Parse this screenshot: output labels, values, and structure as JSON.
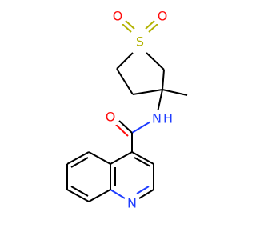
{
  "colors": {
    "background": "#ffffff",
    "bond": "#000000",
    "oxygen": "#ff0d0d",
    "sulfur": "#b2b200",
    "nitrogen": "#1f3dff"
  },
  "atoms": {
    "sulfur": "S",
    "oxygen_left": "O",
    "oxygen_right": "O",
    "amide_oxygen": "O",
    "amide_nitrogen": "N",
    "amide_hydrogen": "H",
    "ring_nitrogen": "N"
  }
}
